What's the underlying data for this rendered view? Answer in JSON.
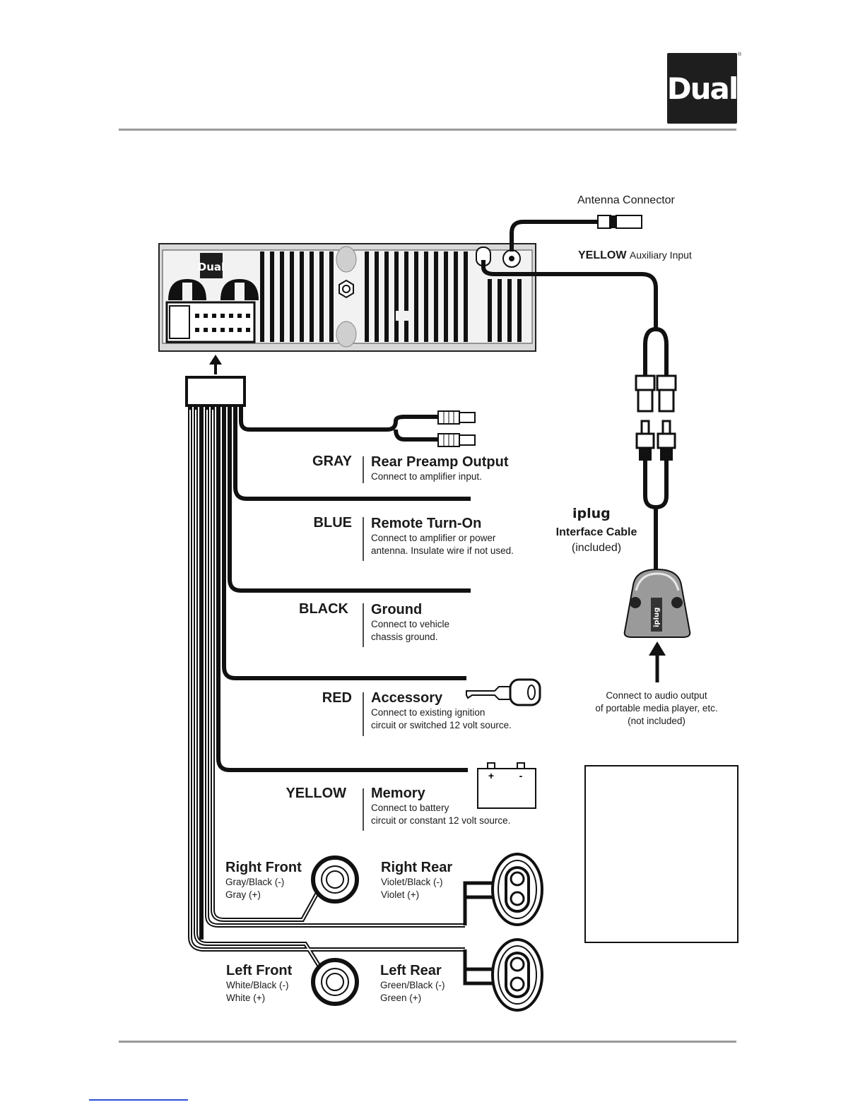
{
  "brand": {
    "logo_text": "Dual",
    "registered_mark": "®",
    "unit_logo": "Dual"
  },
  "antenna": {
    "label": "Antenna Connector"
  },
  "aux_input": {
    "color": "YELLOW",
    "label": "Auxiliary Input"
  },
  "iplug": {
    "logo": "iplug",
    "name": "Interface Cable",
    "included": "(included)",
    "connect_note": [
      "Connect to audio output",
      "of portable media player, etc.",
      "(not included)"
    ]
  },
  "wires": [
    {
      "color": "GRAY",
      "function": "Rear Preamp Output",
      "desc": [
        "Connect to amplifier input."
      ]
    },
    {
      "color": "BLUE",
      "function": "Remote Turn-On",
      "desc": [
        "Connect to amplifier or power",
        "antenna. Insulate wire if not used."
      ]
    },
    {
      "color": "BLACK",
      "function": "Ground",
      "desc": [
        "Connect to vehicle",
        "chassis ground."
      ]
    },
    {
      "color": "RED",
      "function": "Accessory",
      "desc": [
        "Connect to existing ignition",
        "circuit or switched 12 volt source."
      ]
    },
    {
      "color": "YELLOW",
      "function": "Memory",
      "desc": [
        "Connect to battery",
        "circuit or constant 12 volt source."
      ]
    }
  ],
  "battery": {
    "plus": "+",
    "minus": "-"
  },
  "speakers": [
    {
      "name": "Right Front",
      "lines": [
        "Gray/Black (-)",
        "Gray (+)"
      ]
    },
    {
      "name": "Right Rear",
      "lines": [
        "Violet/Black (-)",
        "Violet (+)"
      ]
    },
    {
      "name": "Left Front",
      "lines": [
        "White/Black (-)",
        "White (+)"
      ]
    },
    {
      "name": "Left Rear",
      "lines": [
        "Green/Black (-)",
        "Green (+)"
      ]
    }
  ]
}
